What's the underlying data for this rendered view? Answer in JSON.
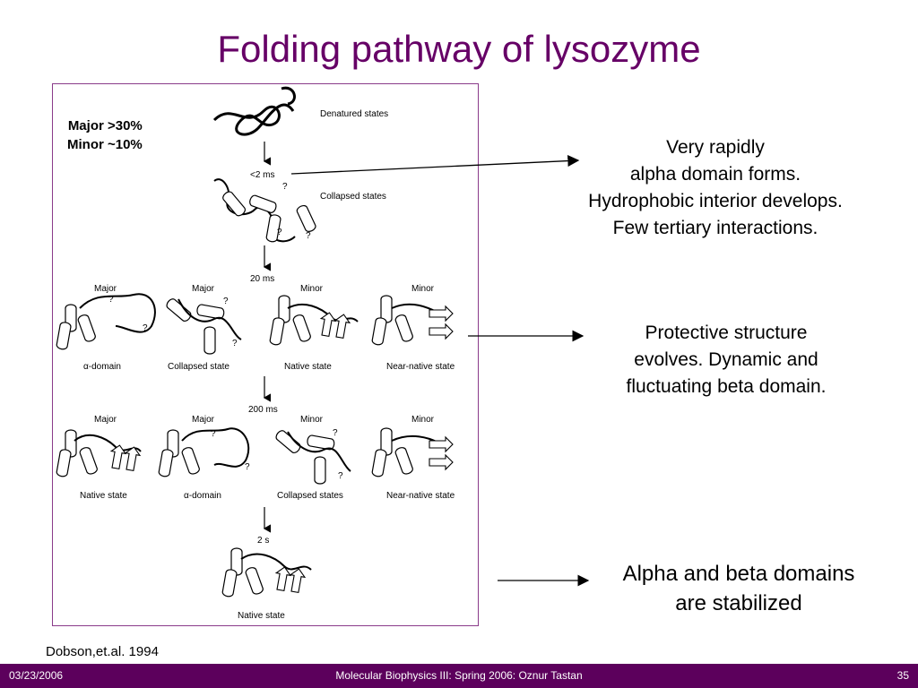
{
  "slide": {
    "title": "Folding pathway of lysozyme",
    "legend": {
      "major": "Major >30%",
      "minor": "Minor ~10%"
    },
    "citation": "Dobson,et.al. 1994"
  },
  "figure": {
    "stage0": {
      "label": "Denatured states"
    },
    "step1": {
      "time": "<2 ms"
    },
    "stage1": {
      "label": "Collapsed states"
    },
    "step2": {
      "time": "20 ms"
    },
    "row2": [
      {
        "tag": "Major",
        "label": "α-domain"
      },
      {
        "tag": "Major",
        "label": "Collapsed state"
      },
      {
        "tag": "Minor",
        "label": "Native state"
      },
      {
        "tag": "Minor",
        "label": "Near-native state"
      }
    ],
    "step3": {
      "time": "200 ms"
    },
    "row3": [
      {
        "tag": "Major",
        "label": "Native state"
      },
      {
        "tag": "Major",
        "label": "α-domain"
      },
      {
        "tag": "Minor",
        "label": "Collapsed states"
      },
      {
        "tag": "Minor",
        "label": "Near-native state"
      }
    ],
    "step4": {
      "time": "2 s"
    },
    "stage4": {
      "label": "Native state"
    }
  },
  "annotations": {
    "a1": [
      "Very rapidly",
      "alpha domain  forms.",
      "Hydrophobic interior develops.",
      "Few tertiary interactions."
    ],
    "a2": [
      "Protective structure",
      "evolves. Dynamic and",
      "fluctuating beta domain."
    ],
    "a3": [
      "Alpha and beta domains",
      "are stabilized"
    ]
  },
  "footer": {
    "date": "03/23/2006",
    "course": "Molecular Biophysics III: Spring 2006: Oznur Tastan",
    "page": "35"
  }
}
